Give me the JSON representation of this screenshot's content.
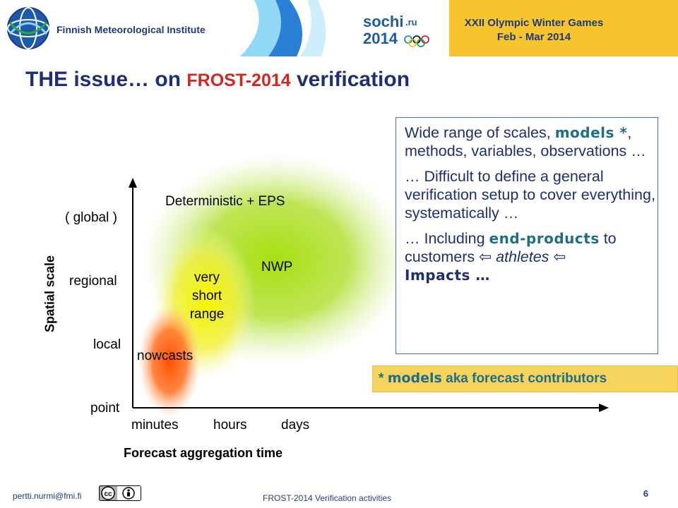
{
  "header": {
    "org_name": "Finnish Meteorological Institute",
    "sochi_logo": "sochi.ru 2014",
    "games_line1": "XXII Olympic Winter Games",
    "games_line2": "Feb - Mar 2014"
  },
  "title": {
    "part1": "THE issue… on ",
    "highlight": "FROST-2014",
    "part2": " verification"
  },
  "diagram": {
    "y_axis_title": "Spatial scale",
    "x_axis_title": "Forecast aggregation time",
    "y_ticks": [
      "( global )",
      "regional",
      "local",
      "point"
    ],
    "x_ticks": [
      "minutes",
      "hours",
      "days"
    ],
    "top_label": "Deterministic + EPS",
    "nwp_label": "NWP",
    "vsr_label": "very short range",
    "nowcasts_label": "nowcasts",
    "colors": {
      "nwp": "#9ed81a",
      "vsr": "#f2f20a",
      "nowcast": "#ff5a0a"
    }
  },
  "info_box": {
    "p1_a": "Wide range of scales, ",
    "p1_models": "models *",
    "p1_b": ", methods, variables, observations …",
    "p2": "… Difficult to define a general verification setup to cover everything, systematically …",
    "p3_a": "… Including ",
    "p3_end_products": "end-products",
    "p3_b": " to customers ",
    "p3_arrow1": "⇦",
    "p3_athletes": " athletes ",
    "p3_arrow2": "⇦",
    "p3_impacts": "Impacts …"
  },
  "models_note": {
    "star": "* ",
    "models": "models",
    "rest": " aka forecast contributors"
  },
  "footer": {
    "email": "pertti.nurmi@fmi.fi",
    "center": "FROST-2014  Verification activities",
    "page": "6",
    "license_icon": "creative-commons-by-icon"
  }
}
